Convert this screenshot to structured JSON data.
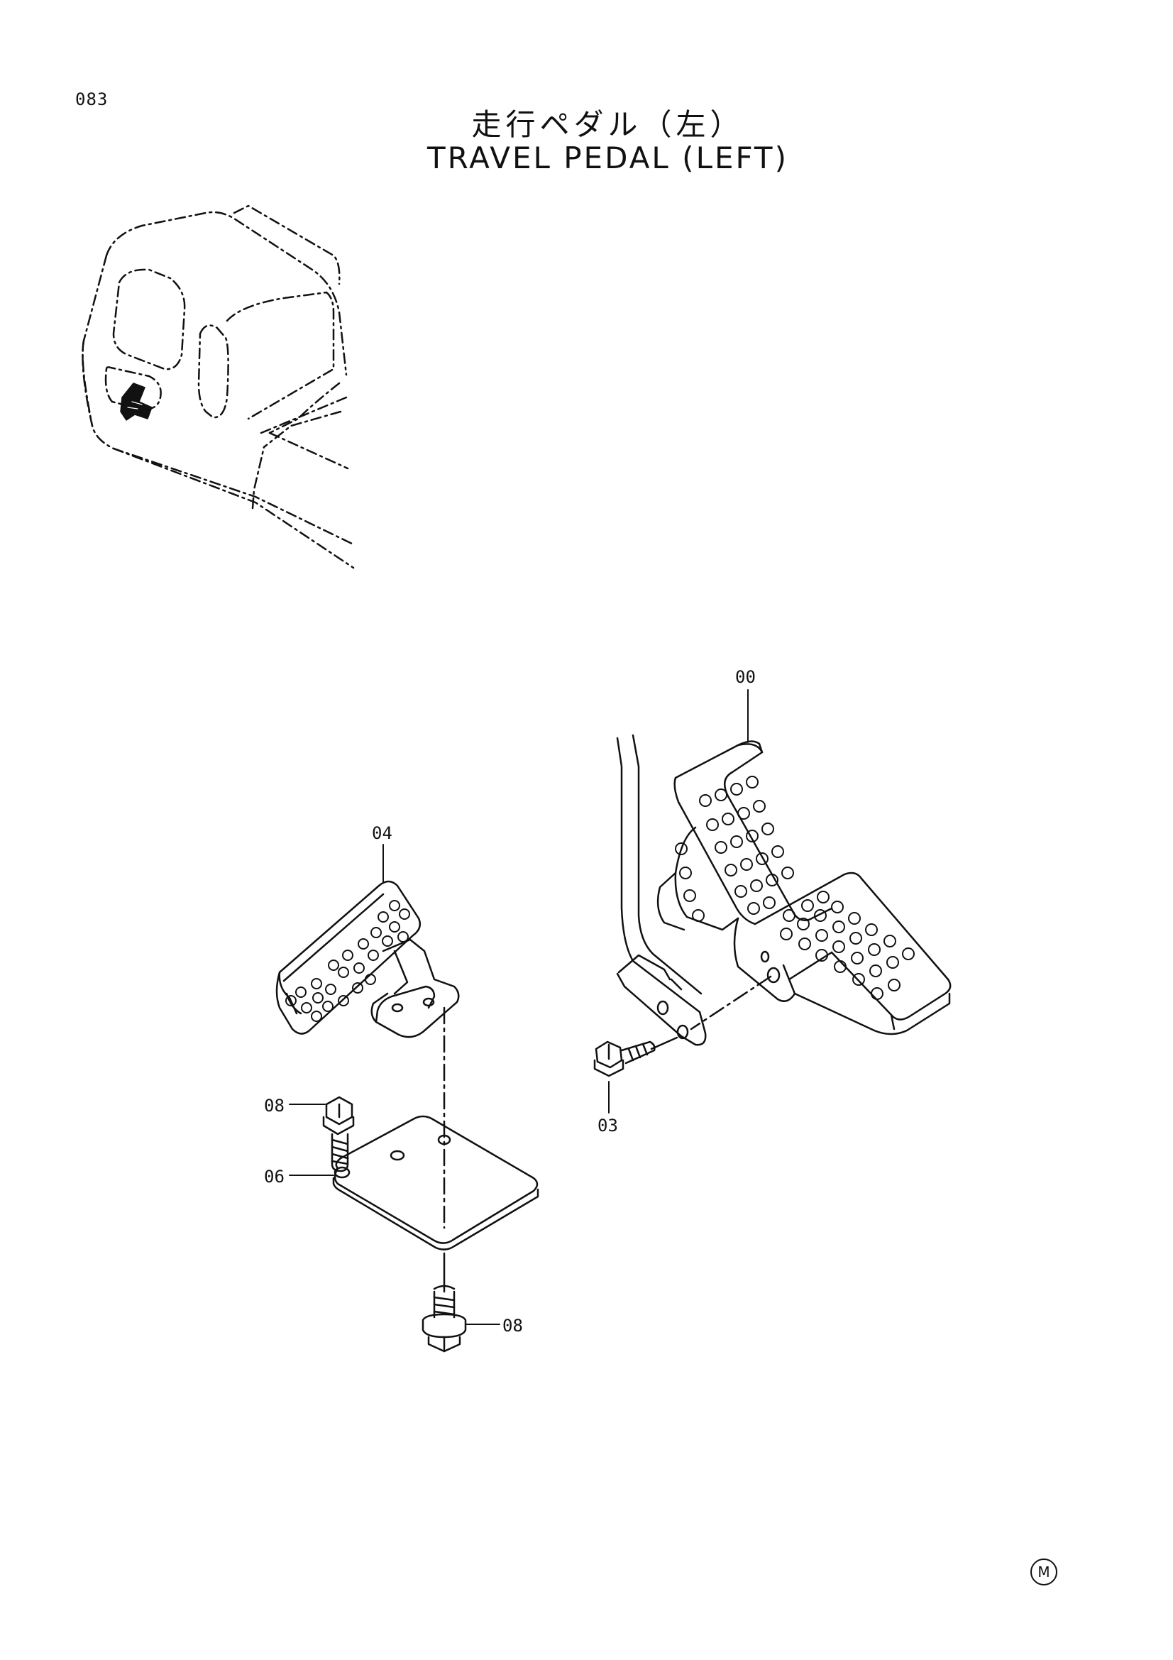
{
  "page": {
    "number": "083",
    "title_ja": "走行ペダル（左）",
    "title_en": "TRAVEL PEDAL (LEFT)",
    "mark": "M"
  },
  "callouts": [
    {
      "id": "00",
      "label": "00"
    },
    {
      "id": "04",
      "label": "04"
    },
    {
      "id": "08a",
      "label": "08"
    },
    {
      "id": "06",
      "label": "06"
    },
    {
      "id": "03",
      "label": "03"
    },
    {
      "id": "08b",
      "label": "08"
    }
  ]
}
